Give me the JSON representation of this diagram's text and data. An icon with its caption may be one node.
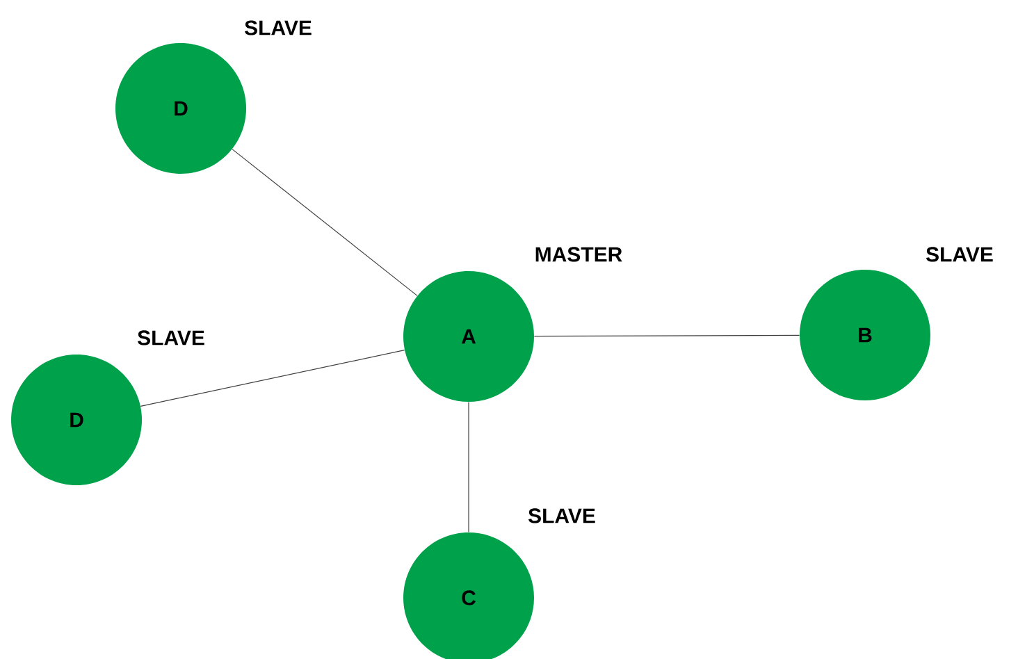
{
  "diagram": {
    "nodes": [
      {
        "text": [
          "D"
        ],
        "beside": [
          "SLAVE"
        ]
      },
      {
        "text": [
          "A"
        ],
        "beside": [
          "MASTER"
        ]
      },
      {
        "text": [
          "B"
        ],
        "beside": [
          "SLAVE"
        ]
      },
      {
        "text": [
          "D"
        ],
        "beside": [
          "SLAVE"
        ]
      },
      {
        "text": [
          "C"
        ],
        "beside": [
          "SLAVE"
        ]
      }
    ],
    "edges": [
      {
        "from": 1,
        "to": 0,
        "arrow": "none"
      },
      {
        "from": 1,
        "to": 2,
        "arrow": "none"
      },
      {
        "from": 1,
        "to": 3,
        "arrow": "none"
      },
      {
        "from": 1,
        "to": 4,
        "arrow": "none"
      }
    ]
  }
}
